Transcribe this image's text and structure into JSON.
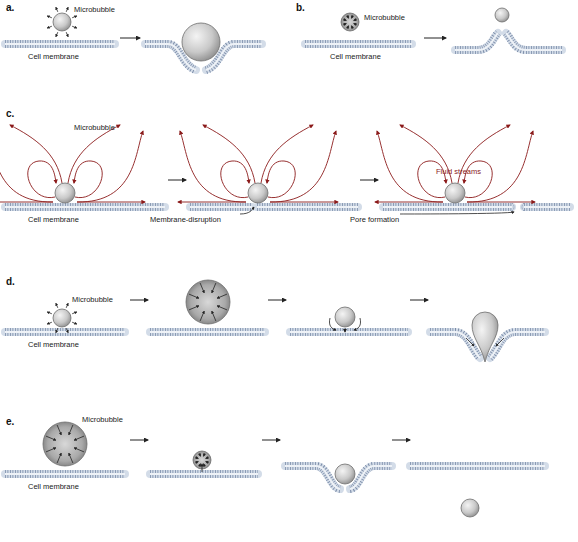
{
  "diagram": {
    "labels": [
      "a.",
      "Microbubble",
      "Cell membrane",
      "b.",
      "Microbubble",
      "Cell membrane",
      "c.",
      "Microbubble",
      "Fluid streams",
      "Cell membrane",
      "Membrane-disruption",
      "Pore formation",
      "d.",
      "Microbubble",
      "Cell membrane",
      "e.",
      "Microbubble",
      "Cell membrane"
    ]
  }
}
